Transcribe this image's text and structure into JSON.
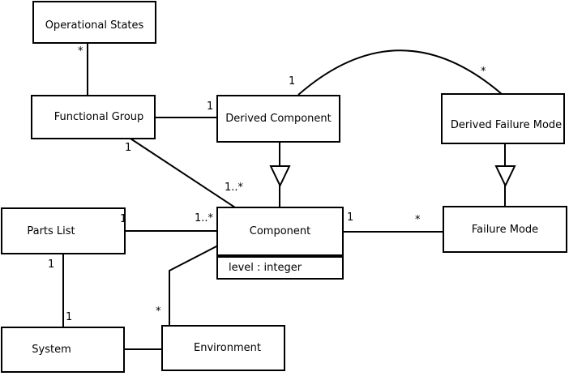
{
  "background_color": "#ffffff",
  "line_color": "#000000",
  "box_fill_color": "#ffffff",
  "nodes": {
    "operational_states": {
      "label": "Operational States"
    },
    "functional_group": {
      "label": "Functional Group"
    },
    "derived_component": {
      "label": "Derived Component"
    },
    "derived_failure_mode": {
      "label": "Derived Failure Mode"
    },
    "parts_list": {
      "label": "Parts List"
    },
    "component": {
      "label": "Component",
      "attribute": "level : integer"
    },
    "failure_mode": {
      "label": "Failure Mode"
    },
    "system": {
      "label": "System"
    },
    "environment": {
      "label": "Environment"
    }
  },
  "edges": [
    {
      "from": "Operational States",
      "to": "Functional Group",
      "type": "association",
      "from_mult": "*"
    },
    {
      "from": "Functional Group",
      "to": "Derived Component",
      "type": "association",
      "to_mult": "1"
    },
    {
      "from": "Functional Group",
      "to": "Component",
      "type": "association",
      "from_mult": "1",
      "to_mult": "1..*"
    },
    {
      "from": "Derived Component",
      "to": "Component",
      "type": "generalization"
    },
    {
      "from": "Derived Component",
      "to": "Derived Failure Mode",
      "type": "association",
      "from_mult": "1",
      "to_mult": "*"
    },
    {
      "from": "Derived Failure Mode",
      "to": "Failure Mode",
      "type": "generalization"
    },
    {
      "from": "Parts List",
      "to": "Component",
      "type": "association",
      "from_mult": "1",
      "to_mult": "1..*"
    },
    {
      "from": "Component",
      "to": "Failure Mode",
      "type": "association",
      "from_mult": "1",
      "to_mult": "*"
    },
    {
      "from": "Parts List",
      "to": "System",
      "type": "association",
      "from_mult": "1",
      "to_mult": "1"
    },
    {
      "from": "System",
      "to": "Environment",
      "type": "association"
    },
    {
      "from": "Environment",
      "to": "Component",
      "type": "association",
      "from_mult": "*"
    }
  ]
}
